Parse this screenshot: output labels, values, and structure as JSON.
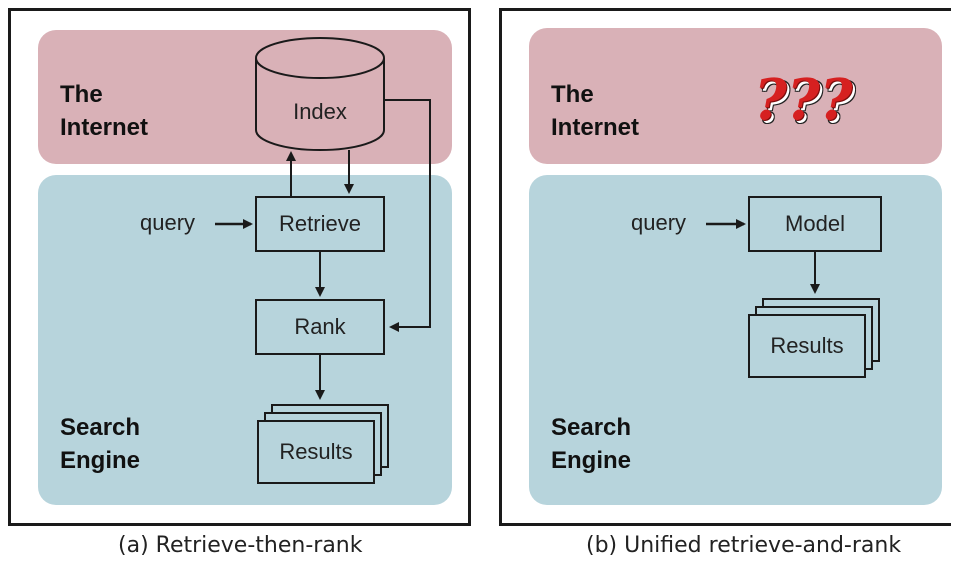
{
  "panel_a": {
    "internet_label": "The\nInternet",
    "engine_label": "Search\nEngine",
    "index_label": "Index",
    "query_label": "query",
    "retrieve_label": "Retrieve",
    "rank_label": "Rank",
    "results_label": "Results",
    "caption": "(a) Retrieve-then-rank"
  },
  "panel_b": {
    "internet_label": "The\nInternet",
    "engine_label": "Search\nEngine",
    "unknown_marks": "???",
    "query_label": "query",
    "model_label": "Model",
    "results_label": "Results",
    "caption": "(b) Unified retrieve-and-rank"
  },
  "colors": {
    "internet_zone": "#d9b1b7",
    "engine_zone": "#b7d4dc",
    "border": "#1a1a1a",
    "question_marks": "#d62020"
  }
}
